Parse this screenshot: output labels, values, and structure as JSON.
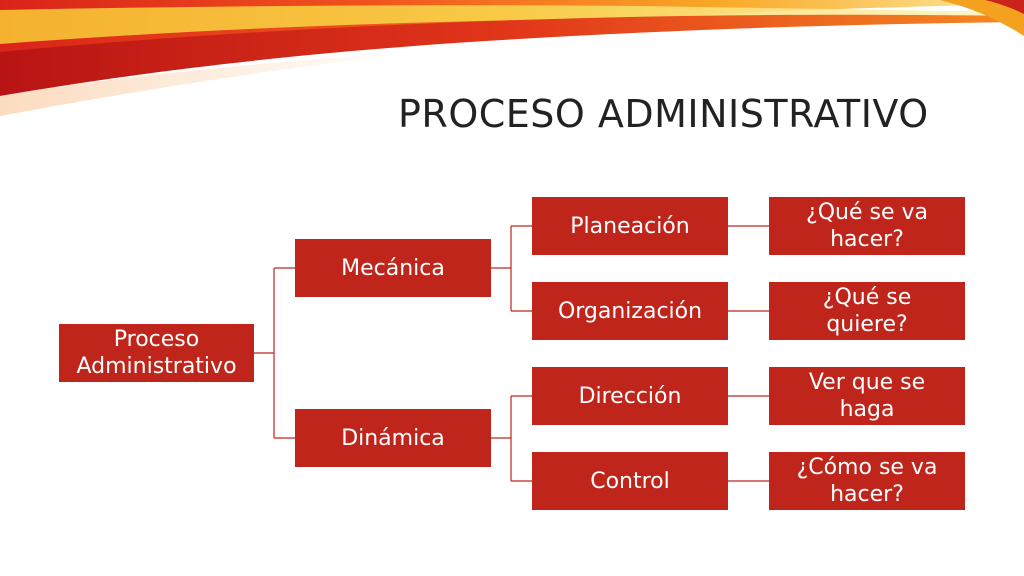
{
  "slide": {
    "title": "PROCESO ADMINISTRATIVO"
  },
  "diagram": {
    "root": "Proceso Administrativo",
    "branches": [
      {
        "label": "Mecánica",
        "children": [
          {
            "label": "Planeación",
            "detail": "¿Qué se va hacer?"
          },
          {
            "label": "Organización",
            "detail": "¿Qué se quiere?"
          }
        ]
      },
      {
        "label": "Dinámica",
        "children": [
          {
            "label": "Dirección",
            "detail": "Ver que se haga"
          },
          {
            "label": "Control",
            "detail": "¿Cómo se va hacer?"
          }
        ]
      }
    ]
  },
  "colors": {
    "box": "#c0251c",
    "box_text": "#ffffff",
    "title": "#222222",
    "swoosh": [
      "#f7d23a",
      "#f59a1e",
      "#e8401c",
      "#c81e16"
    ]
  }
}
